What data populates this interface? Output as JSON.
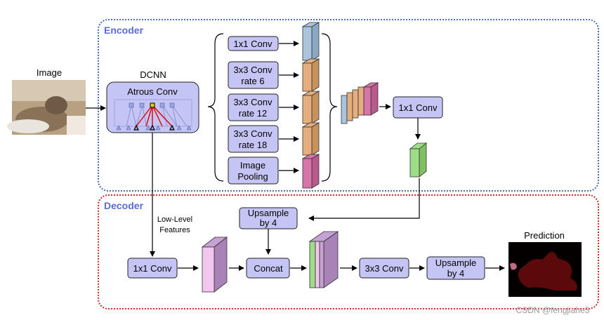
{
  "sections": {
    "encoder": "Encoder",
    "decoder": "Decoder"
  },
  "input": {
    "label": "Image"
  },
  "dcnn": {
    "label": "DCNN",
    "block_label": "Atrous Conv"
  },
  "aspp": [
    {
      "line1": "1x1 Conv",
      "line2": "",
      "color": "#a9c4dc"
    },
    {
      "line1": "3x3 Conv",
      "line2": "rate 6",
      "color": "#e4ae7e"
    },
    {
      "line1": "3x3 Conv",
      "line2": "rate 12",
      "color": "#e4ae7e"
    },
    {
      "line1": "3x3 Conv",
      "line2": "rate 18",
      "color": "#e4ae7e"
    },
    {
      "line1": "Image",
      "line2": "Pooling",
      "color": "#d774a9"
    }
  ],
  "encoder_conv": "1x1 Conv",
  "low_level": {
    "line1": "Low-Level",
    "line2": "Features"
  },
  "decoder": {
    "upsample_top": {
      "line1": "Upsample",
      "line2": "by 4"
    },
    "conv_1x1": "1x1 Conv",
    "concat": "Concat",
    "conv_3x3": "3x3 Conv",
    "upsample_out": {
      "line1": "Upsample",
      "line2": "by 4"
    }
  },
  "prediction": {
    "label": "Prediction"
  },
  "watermark": "CSDN @fengjiahe5",
  "colors": {
    "encoder_border": "#4a6cb3",
    "decoder_border": "#d42a2a",
    "section_title": "#5b6bd8",
    "box_fill": "#c5c5f5",
    "green": "#9fdc86",
    "violet": "#c7a1d4",
    "pink_face": "#f2c6ee"
  }
}
